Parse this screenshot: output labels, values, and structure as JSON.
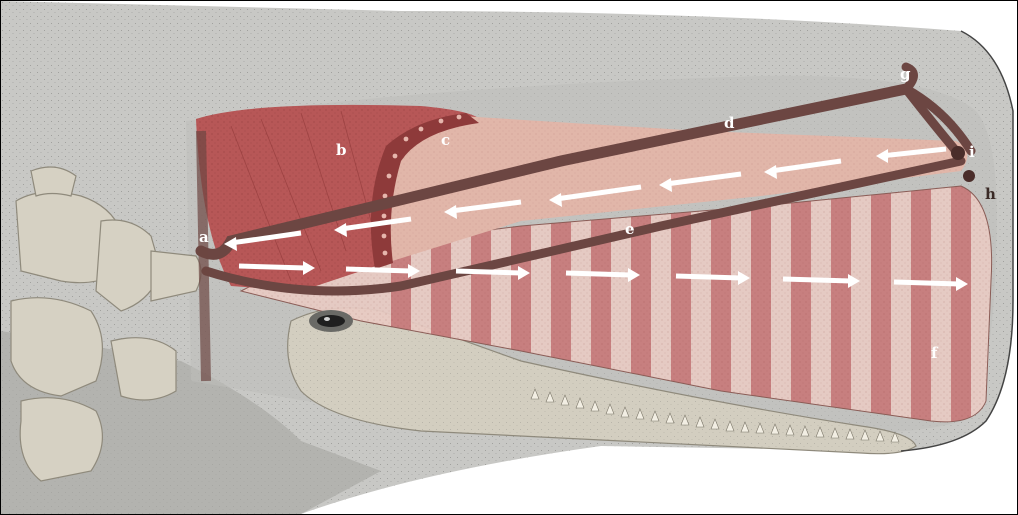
{
  "labels": {
    "a": "a",
    "b": "b",
    "c": "c",
    "d": "d",
    "e": "e",
    "f": "f",
    "g": "g",
    "h": "h",
    "i": "i"
  },
  "colors": {
    "body": "#c9c9c6",
    "bodyDark": "#a6a6a2",
    "bone": "#d4cfc1",
    "muscle": "#b85a5a",
    "organC": "#dfb2a5",
    "organF": "#e7c9c1",
    "stripe": "#bf6f70",
    "duct": "#6e4a46",
    "arrow": "#ffffff"
  },
  "arrows": {
    "upper_direction": "leftward",
    "lower_direction": "rightward"
  }
}
